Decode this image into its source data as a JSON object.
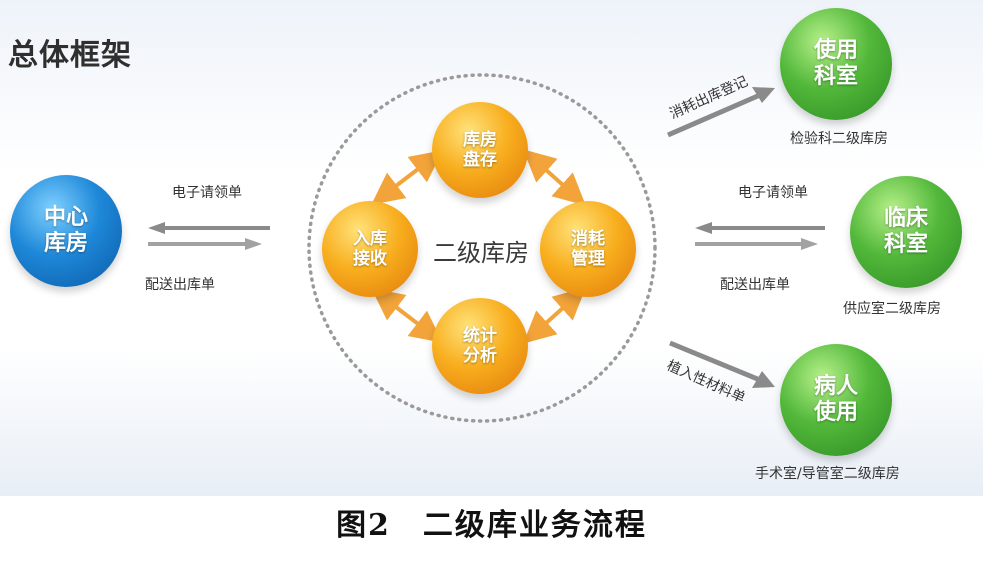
{
  "heading": "总体框架",
  "center_label": "二级库房",
  "nodes": {
    "central": "中心\n库房",
    "inventory": "库房\n盘存",
    "intake": "入库\n接收",
    "consume": "消耗\n管理",
    "stats": "统计\n分析",
    "lab": "使用\n科室",
    "clinic": "临床\n科室",
    "patient": "病人\n使用"
  },
  "labels": {
    "left_top": "电子请领单",
    "left_bottom": "配送出库单",
    "top_arrow": "消耗出库登记",
    "lab_sub": "检验科二级库房",
    "right_top": "电子请领单",
    "right_bottom": "配送出库单",
    "supply_sub": "供应室二级库房",
    "bottom_arrow": "植入性材料单",
    "surgery_sub": "手术室/导管室二级库房"
  },
  "caption": "图2　二级库业务流程",
  "colors": {
    "blue": "#1e88d8",
    "orange": "#f8ae1e",
    "green": "#52b83a",
    "arrow_gray": "#8a8a8a",
    "arrow_orange": "#f2a33a"
  }
}
